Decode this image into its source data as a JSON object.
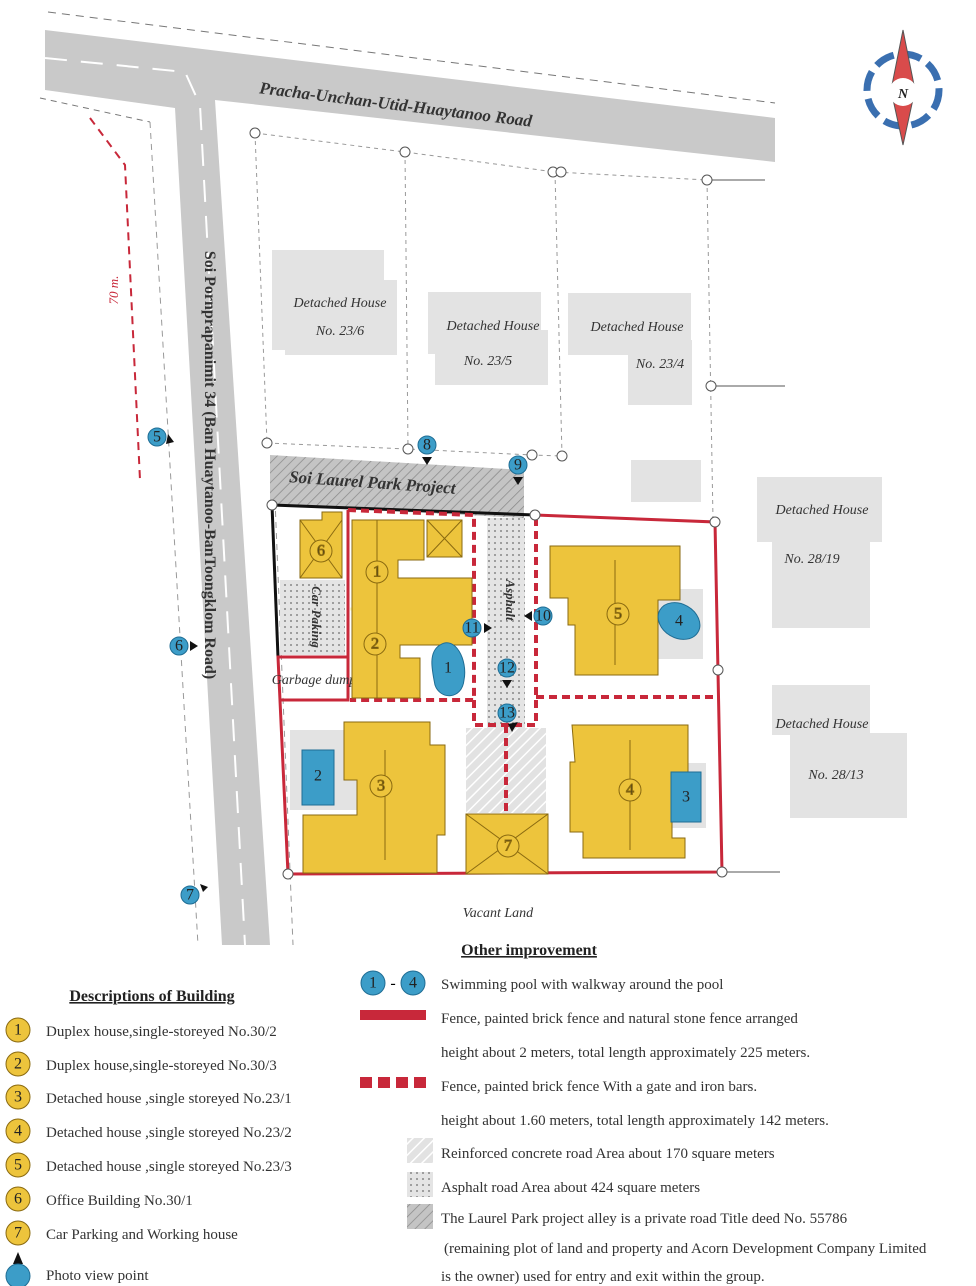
{
  "map": {
    "main_road": "Pracha-Unchan-Utid-Huaytanoo Road",
    "side_road": "Soi Pornprapanimit 34 (Ban Huaytanoo-BanToongklom Road)",
    "alley": "Soi Laurel Park Project",
    "distance_label": "70 m.",
    "compass_label": "N",
    "neighbors": [
      {
        "name": "Detached House",
        "no": "No. 23/6"
      },
      {
        "name": "Detached House",
        "no": "No. 23/5"
      },
      {
        "name": "Detached House",
        "no": "No. 23/4"
      },
      {
        "name": "Detached House",
        "no": "No. 28/19"
      },
      {
        "name": "Detached House",
        "no": "No. 28/13"
      }
    ],
    "car_parking": "Car Paking",
    "asphalt": "Asphalt",
    "garbage": "Garbage dump",
    "vacant": "Vacant Land",
    "buildings": [
      "1",
      "2",
      "3",
      "4",
      "5",
      "6",
      "7"
    ],
    "pools": [
      "1",
      "2",
      "3",
      "4"
    ],
    "viewpoints": [
      "5",
      "6",
      "7",
      "8",
      "9",
      "10",
      "11",
      "12",
      "13"
    ]
  },
  "legend_buildings": {
    "title": "Descriptions of Building",
    "items": [
      {
        "num": "1",
        "label": "Duplex house,single-storeyed  No.30/2"
      },
      {
        "num": "2",
        "label": "Duplex house,single-storeyed  No.30/3"
      },
      {
        "num": "3",
        "label": "Detached house ,single storeyed No.23/1"
      },
      {
        "num": "4",
        "label": "Detached house ,single storeyed No.23/2"
      },
      {
        "num": "5",
        "label": "Detached house ,single storeyed No.23/3"
      },
      {
        "num": "6",
        "label": "Office Building No.30/1"
      },
      {
        "num": "7",
        "label": "Car Parking and Working house"
      }
    ],
    "photo_label": "Photo view point"
  },
  "legend_other": {
    "title": "Other improvement",
    "pool_from": "1",
    "pool_dash": "-",
    "pool_to": "4",
    "pool": "Swimming pool with walkway around the pool",
    "fence1_a": "Fence, painted brick fence and natural stone fence arranged",
    "fence1_b": "height about 2 meters, total length approximately 225 meters.",
    "fence2_a": "Fence, painted brick fence With a gate and iron bars.",
    "fence2_b": "height about 1.60 meters, total length approximately 142 meters.",
    "concrete": "Reinforced concrete road Area about 170 square meters",
    "asphalt": "Asphalt road Area about 424 square meters",
    "alley_a": "The Laurel Park project alley is a private road Title deed No. 55786",
    "alley_b": "(remaining plot of land and property and Acorn Development Company Limited",
    "alley_c": "is the owner) used for entry and exit within the group."
  },
  "colors": {
    "building": "#edc43c",
    "fence": "#c8283a",
    "pool": "#3c9dc8",
    "road": "#c8c8c8"
  }
}
